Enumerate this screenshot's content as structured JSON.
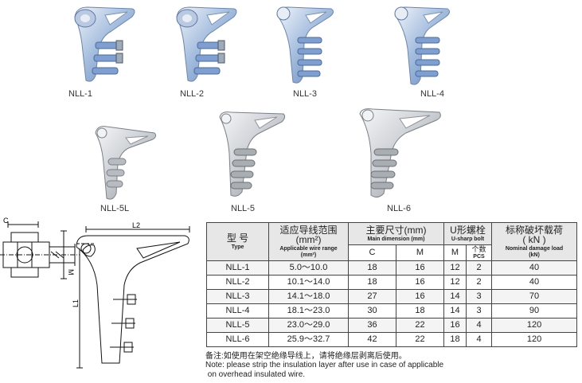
{
  "products": [
    {
      "id": "NLL-1",
      "label": "NLL-1"
    },
    {
      "id": "NLL-2",
      "label": "NLL-2"
    },
    {
      "id": "NLL-3",
      "label": "NLL-3"
    },
    {
      "id": "NLL-4",
      "label": "NLL-4"
    },
    {
      "id": "NLL-5L",
      "label": "NLL-5L"
    },
    {
      "id": "NLL-5",
      "label": "NLL-5"
    },
    {
      "id": "NLL-6",
      "label": "NLL-6"
    }
  ],
  "drawing": {
    "label_c": "C",
    "label_m": "M",
    "label_l1": "L1",
    "label_l2": "L2"
  },
  "table": {
    "header": {
      "type_zh": "型 号",
      "type_en": "Type",
      "range_zh": "适应导线范围",
      "range_unit": "(mm²)",
      "range_en": "Applicable wire range",
      "range_en_unit": "(mm²)",
      "dim_zh": "主要尺寸(mm)",
      "dim_en": "Main dimension (mm)",
      "bolt_zh": "U形螺栓",
      "bolt_en": "U-sharp bolt",
      "load_zh": "标称破坏载荷",
      "load_unit": "( kN )",
      "load_en": "Nominal damage load",
      "load_en_unit": "(kN)",
      "col_c": "C",
      "col_m": "M",
      "col_bm": "M",
      "col_pcs_zh": "个数",
      "col_pcs_en": "PCS"
    },
    "rows": [
      {
        "type": "NLL-1",
        "range": "5.0～10.0",
        "c": "18",
        "m": "16",
        "bm": "12",
        "pcs": "2",
        "load": "40"
      },
      {
        "type": "NLL-2",
        "range": "10.1～14.0",
        "c": "18",
        "m": "16",
        "bm": "12",
        "pcs": "2",
        "load": "40"
      },
      {
        "type": "NLL-3",
        "range": "14.1～18.0",
        "c": "27",
        "m": "16",
        "bm": "14",
        "pcs": "3",
        "load": "70"
      },
      {
        "type": "NLL-4",
        "range": "18.1～23.0",
        "c": "30",
        "m": "18",
        "bm": "14",
        "pcs": "3",
        "load": "90"
      },
      {
        "type": "NLL-5",
        "range": "23.0～29.0",
        "c": "36",
        "m": "22",
        "bm": "16",
        "pcs": "4",
        "load": "120"
      },
      {
        "type": "NLL-6",
        "range": "25.9～32.7",
        "c": "42",
        "m": "22",
        "bm": "18",
        "pcs": "4",
        "load": "120"
      }
    ]
  },
  "notes": {
    "zh": "备注:如使用在架空绝缘导线上，请将绝缘层剥离后使用。",
    "en_line1": "Note: please strip the insulation layer after use in case of applicable",
    "en_line2": " on overhead insulated wire."
  },
  "colors": {
    "clamp_blue": "#7a9fd0",
    "clamp_silver": "#c9cdd2"
  }
}
